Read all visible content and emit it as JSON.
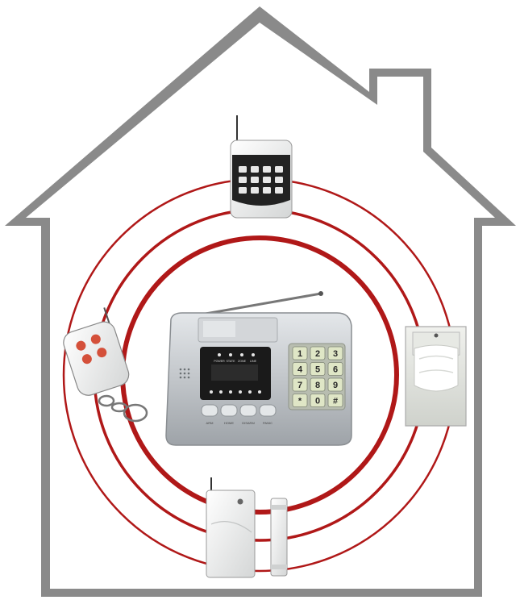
{
  "colors": {
    "house_outline": "#8a8a8a",
    "ring": "#b01818",
    "panel_silver": "#c4c8cc",
    "display_dark": "#1a1a1a",
    "key_face": "#dfe6c6",
    "red_button": "#d4503a"
  },
  "main_panel": {
    "keypad": [
      "1",
      "2",
      "3",
      "4",
      "5",
      "6",
      "7",
      "8",
      "9",
      "*",
      "0",
      "#"
    ],
    "display_labels": [
      "POWER",
      "STATE",
      "ZONE",
      "LINE"
    ],
    "buttons": [
      "ARM",
      "HOME",
      "DISARM",
      "PANIC"
    ]
  },
  "icons": {
    "house": "house-outline",
    "control_panel": "alarm-panel",
    "wireless_keypad": "keypad-device",
    "remote": "key-fob-remote",
    "pir_sensor": "motion-sensor",
    "door_sensor": "door-contact-sensor"
  }
}
